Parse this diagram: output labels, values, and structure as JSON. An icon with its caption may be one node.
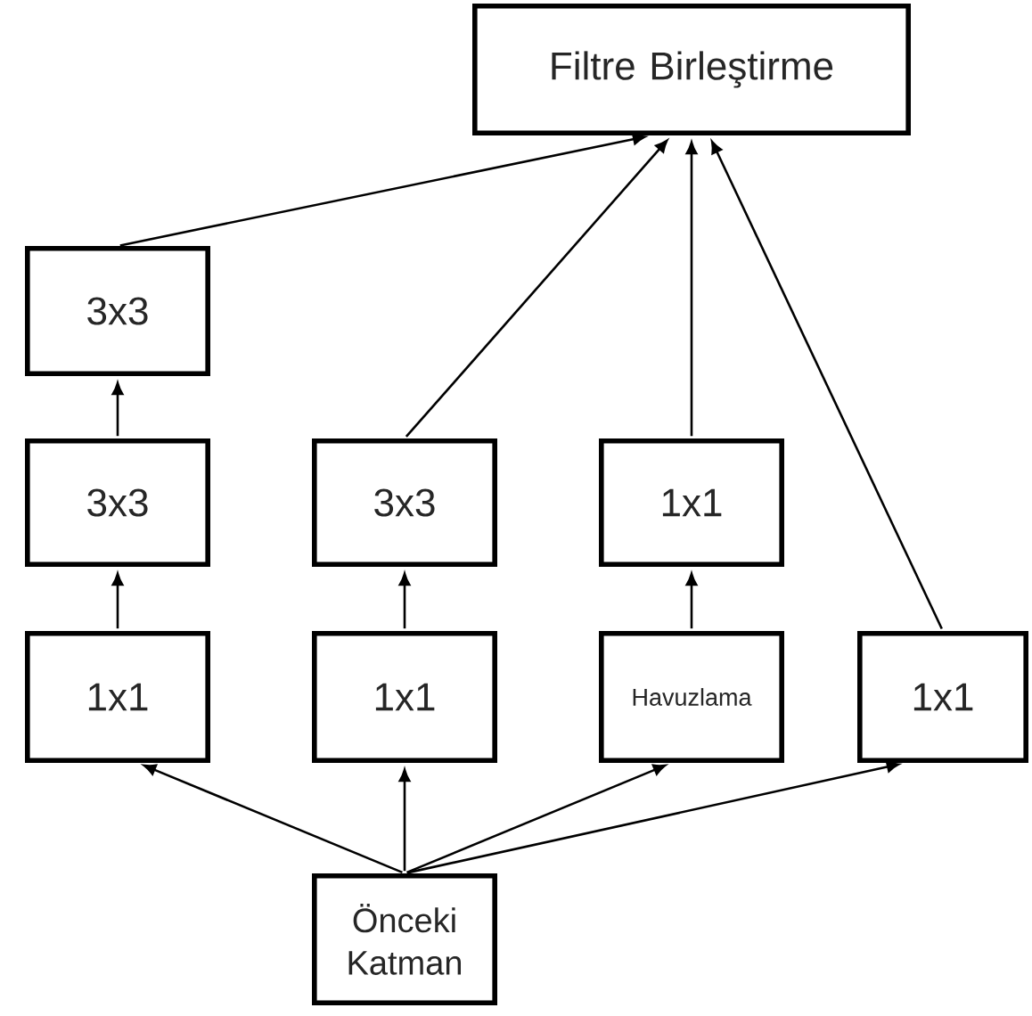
{
  "diagram": {
    "nodes": [
      {
        "text": [
          "Filtre Birleştirme"
        ]
      },
      {
        "text": [
          "3x3"
        ]
      },
      {
        "text": [
          "3x3"
        ]
      },
      {
        "text": [
          "3x3"
        ]
      },
      {
        "text": [
          "1x1"
        ]
      },
      {
        "text": [
          "1x1"
        ]
      },
      {
        "text": [
          "1x1"
        ]
      },
      {
        "text": [
          "Havuzlama"
        ]
      },
      {
        "text": [
          "1x1"
        ]
      },
      {
        "text": [
          "Önceki Katman"
        ]
      }
    ],
    "edges": [
      {
        "from": 1,
        "to": 0,
        "arrow": "to"
      },
      {
        "from": 3,
        "to": 0,
        "arrow": "to"
      },
      {
        "from": 4,
        "to": 0,
        "arrow": "to"
      },
      {
        "from": 8,
        "to": 0,
        "arrow": "to"
      },
      {
        "from": 2,
        "to": 1,
        "arrow": "to"
      },
      {
        "from": 5,
        "to": 2,
        "arrow": "to"
      },
      {
        "from": 6,
        "to": 3,
        "arrow": "to"
      },
      {
        "from": 7,
        "to": 4,
        "arrow": "to"
      },
      {
        "from": 9,
        "to": 5,
        "arrow": "to"
      },
      {
        "from": 9,
        "to": 6,
        "arrow": "to"
      },
      {
        "from": 9,
        "to": 7,
        "arrow": "to"
      },
      {
        "from": 9,
        "to": 8,
        "arrow": "to"
      }
    ]
  }
}
